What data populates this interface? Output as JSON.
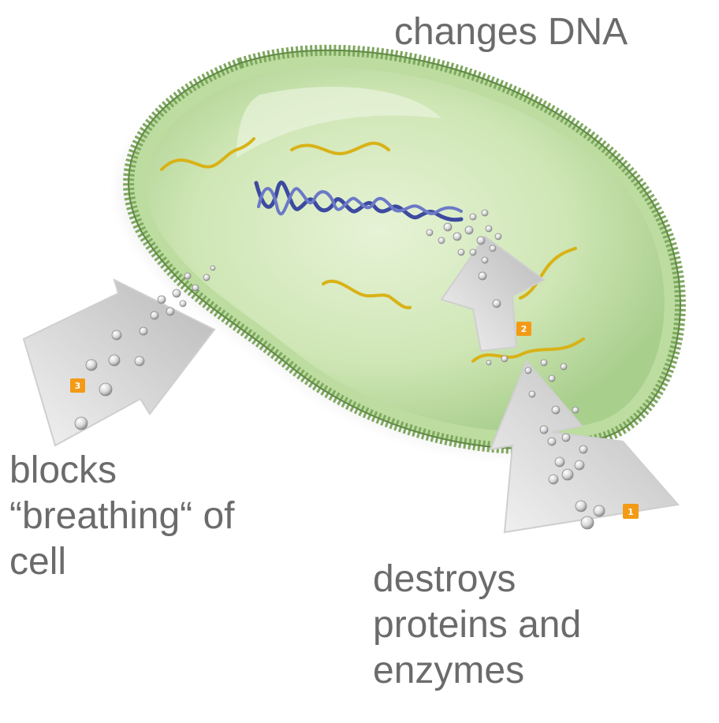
{
  "labels": {
    "dna": [
      "changes DNA"
    ],
    "breathing": [
      "blocks",
      "“breathing“ of",
      "cell"
    ],
    "proteins": [
      "destroys",
      "proteins and",
      "enzymes"
    ]
  },
  "badges": [
    "1",
    "2",
    "3"
  ],
  "colors": {
    "label_text": "#6b6b6b",
    "cell_fill": "#cfe6b5",
    "membrane": "#7fa85f",
    "dna_helix": "#3c4aa0",
    "protein_strand": "#d9b216",
    "arrow": "#c8c8c8",
    "particle": "#e4e4e4",
    "badge": "#f39a16"
  },
  "icons": [
    "cell-membrane",
    "dna-double-helix",
    "protein-strand",
    "particle-arrow",
    "number-badge"
  ]
}
